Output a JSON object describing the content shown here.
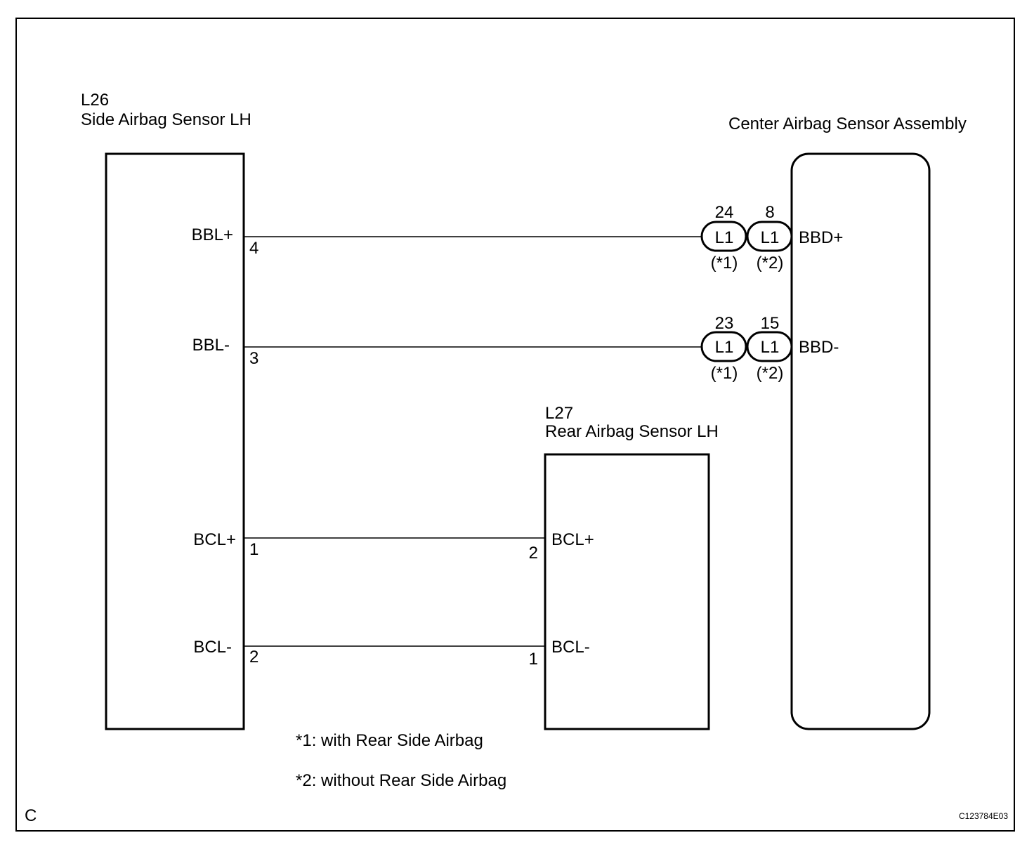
{
  "diagram": {
    "corner_letter": "C",
    "figure_code": "C123784E03",
    "side_sensor": {
      "code": "L26",
      "name": "Side Airbag Sensor LH",
      "pins": [
        {
          "signal": "BBL+",
          "number": "4"
        },
        {
          "signal": "BBL-",
          "number": "3"
        },
        {
          "signal": "BCL+",
          "number": "1"
        },
        {
          "signal": "BCL-",
          "number": "2"
        }
      ]
    },
    "center_sensor": {
      "name": "Center Airbag Sensor Assembly",
      "pins": [
        {
          "signal": "BBD+"
        },
        {
          "signal": "BBD-"
        }
      ],
      "connectors": [
        {
          "left_pin": "24",
          "left_name": "L1",
          "left_note": "(*1)",
          "right_pin": "8",
          "right_name": "L1",
          "right_note": "(*2)"
        },
        {
          "left_pin": "23",
          "left_name": "L1",
          "left_note": "(*1)",
          "right_pin": "15",
          "right_name": "L1",
          "right_note": "(*2)"
        }
      ]
    },
    "rear_sensor": {
      "code": "L27",
      "name": "Rear Airbag Sensor LH",
      "pins": [
        {
          "signal": "BCL+",
          "number": "2"
        },
        {
          "signal": "BCL-",
          "number": "1"
        }
      ]
    },
    "notes": [
      "*1: with Rear Side Airbag",
      "*2: without Rear Side Airbag"
    ]
  }
}
